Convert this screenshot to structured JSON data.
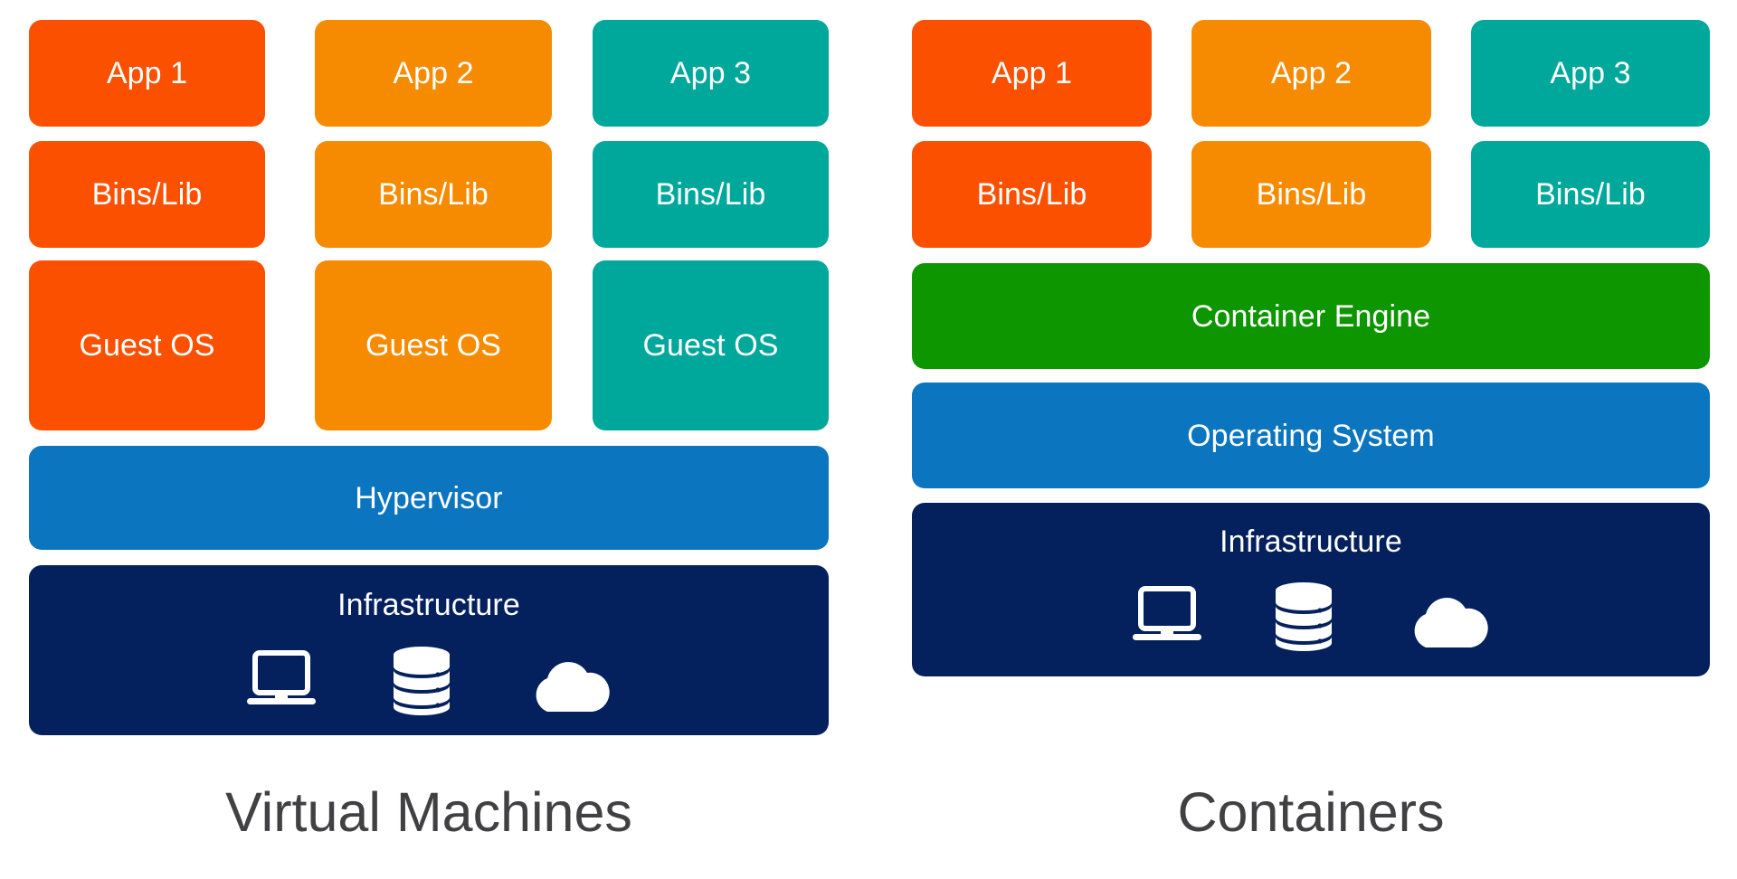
{
  "diagram": {
    "title_left": "Virtual Machines",
    "title_right": "Containers",
    "colors": {
      "app1": "#fa5000",
      "app2": "#f68a00",
      "app3": "#00a89b",
      "container_engine": "#0e9600",
      "operating_system": "#0c75c0",
      "hypervisor": "#0c75c0",
      "infrastructure": "#04215e",
      "caption_text": "#414042",
      "box_text": "#ffffff",
      "background": "#ffffff"
    }
  },
  "vm_panel": {
    "caption": "Virtual Machines",
    "columns": [
      {
        "app": "App 1",
        "bins": "Bins/Lib",
        "guest_os": "Guest OS",
        "color_key": "app1"
      },
      {
        "app": "App 2",
        "bins": "Bins/Lib",
        "guest_os": "Guest OS",
        "color_key": "app2"
      },
      {
        "app": "App 3",
        "bins": "Bins/Lib",
        "guest_os": "Guest OS",
        "color_key": "app3"
      }
    ],
    "hypervisor": "Hypervisor",
    "infrastructure": "Infrastructure",
    "infrastructure_icons": [
      "laptop-icon",
      "database-icon",
      "cloud-icon"
    ]
  },
  "container_panel": {
    "caption": "Containers",
    "columns": [
      {
        "app": "App 1",
        "bins": "Bins/Lib",
        "color_key": "app1"
      },
      {
        "app": "App 2",
        "bins": "Bins/Lib",
        "color_key": "app2"
      },
      {
        "app": "App 3",
        "bins": "Bins/Lib",
        "color_key": "app3"
      }
    ],
    "container_engine": "Container Engine",
    "operating_system": "Operating System",
    "infrastructure": "Infrastructure",
    "infrastructure_icons": [
      "laptop-icon",
      "database-icon",
      "cloud-icon"
    ]
  },
  "chart_data": {
    "type": "diagram",
    "title": "Virtual Machines vs Containers architecture stack comparison",
    "stacks": [
      {
        "name": "Virtual Machines",
        "layers_top_to_bottom": [
          {
            "label": "App 1 / App 2 / App 3",
            "span": "per-column",
            "count": 3
          },
          {
            "label": "Bins/Lib",
            "span": "per-column",
            "count": 3
          },
          {
            "label": "Guest OS",
            "span": "per-column",
            "count": 3
          },
          {
            "label": "Hypervisor",
            "span": "full-width",
            "count": 1
          },
          {
            "label": "Infrastructure",
            "span": "full-width",
            "count": 1
          }
        ]
      },
      {
        "name": "Containers",
        "layers_top_to_bottom": [
          {
            "label": "App 1 / App 2 / App 3",
            "span": "per-column",
            "count": 3
          },
          {
            "label": "Bins/Lib",
            "span": "per-column",
            "count": 3
          },
          {
            "label": "Container Engine",
            "span": "full-width",
            "count": 1
          },
          {
            "label": "Operating System",
            "span": "full-width",
            "count": 1
          },
          {
            "label": "Infrastructure",
            "span": "full-width",
            "count": 1
          }
        ]
      }
    ]
  }
}
